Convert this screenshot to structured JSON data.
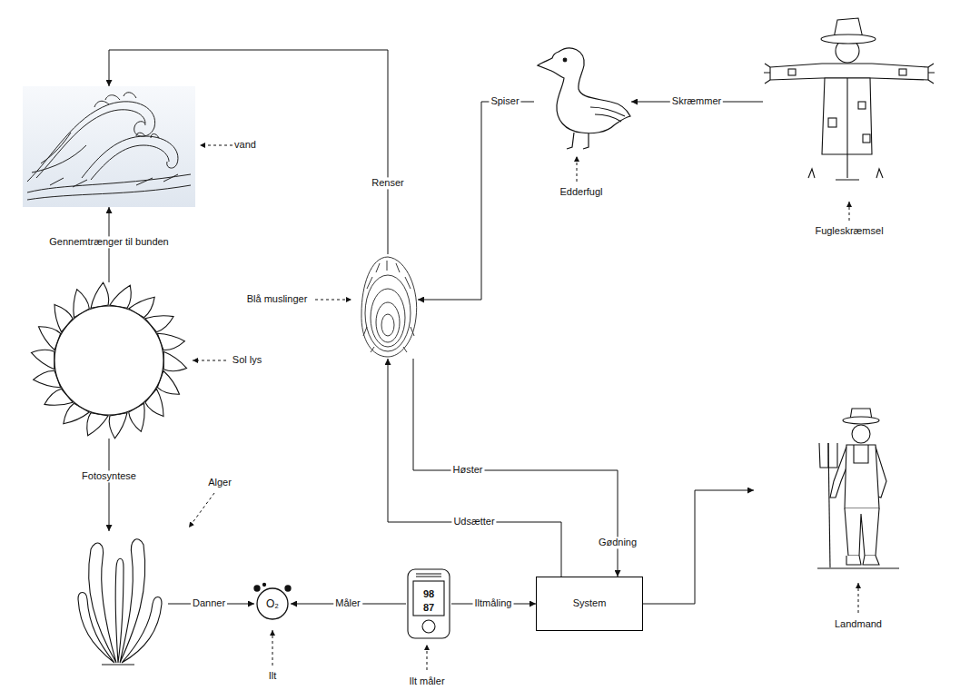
{
  "diagram": {
    "nodes": [
      {
        "text": [
          "vand"
        ]
      },
      {
        "text": [
          "Edderfugl"
        ]
      },
      {
        "text": [
          "Fugleskræmsel"
        ]
      },
      {
        "text": [
          "Blå muslinger"
        ]
      },
      {
        "text": [
          "Sol lys"
        ]
      },
      {
        "text": [
          "Landmand"
        ]
      },
      {
        "text": [
          "Alger"
        ]
      },
      {
        "text": [
          "Ilt"
        ]
      },
      {
        "text": [
          "Ilt måler"
        ]
      },
      {
        "text": [
          "System"
        ]
      }
    ],
    "edges": [
      {
        "from": 4,
        "to": 0,
        "arrow": "to",
        "label": "Gennemtrænger til bunden"
      },
      {
        "from": 4,
        "to": 6,
        "arrow": "to",
        "label": "Fotosyntese"
      },
      {
        "from": 3,
        "to": 0,
        "arrow": "to",
        "label": "Renser"
      },
      {
        "from": 1,
        "to": 3,
        "arrow": "to",
        "label": "Spiser"
      },
      {
        "from": 2,
        "to": 1,
        "arrow": "to",
        "label": "Skræmmer"
      },
      {
        "from": 3,
        "to": 9,
        "arrow": "to",
        "label": "Høster"
      },
      {
        "from": 9,
        "to": 3,
        "arrow": "to",
        "label": "Udsætter"
      },
      {
        "from": 6,
        "to": 7,
        "arrow": "to",
        "label": "Danner"
      },
      {
        "from": 8,
        "to": 7,
        "arrow": "to",
        "label": "Måler"
      },
      {
        "from": 8,
        "to": 9,
        "arrow": "to",
        "label": "Iltmåling"
      },
      {
        "from": 9,
        "to": 5,
        "arrow": "to"
      }
    ],
    "labels": [
      "Gødning",
      "O₂",
      "98",
      "87"
    ]
  }
}
